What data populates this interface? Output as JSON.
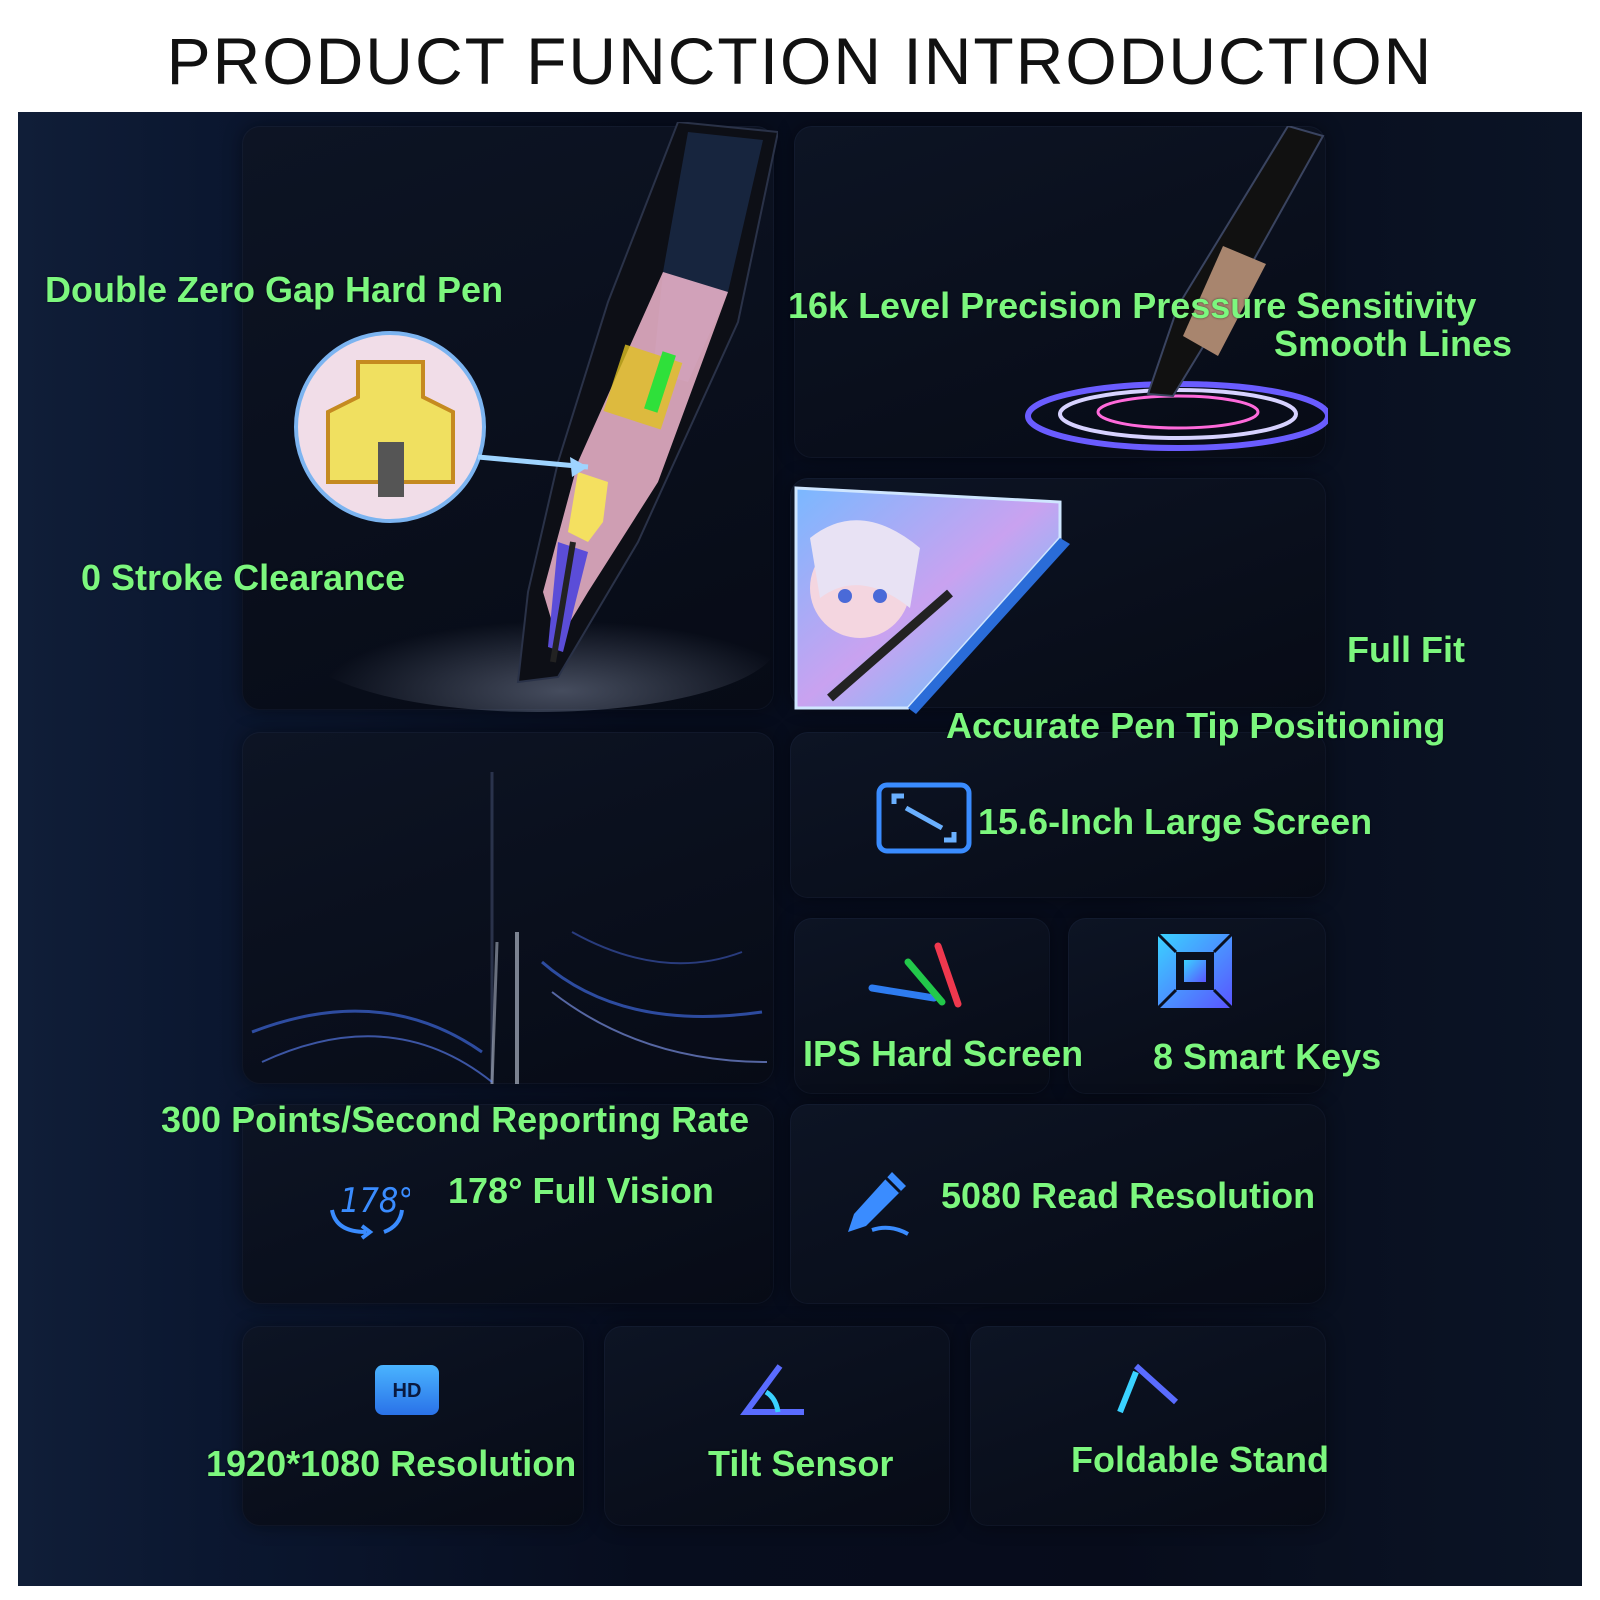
{
  "title": "PRODUCT FUNCTION INTRODUCTION",
  "features": {
    "double_zero_gap": "Double Zero Gap Hard Pen",
    "stroke_clearance": "0 Stroke Clearance",
    "pressure_line1": "16k Level Precision Pressure Sensitivity",
    "pressure_line2": "Smooth Lines",
    "full_fit": "Full Fit",
    "accurate_tip": "Accurate Pen Tip Positioning",
    "large_screen": "15.6-Inch Large Screen",
    "ips_screen": "IPS Hard Screen",
    "smart_keys": "8 Smart Keys",
    "reporting_rate": "300 Points/Second Reporting Rate",
    "full_vision": "178° Full Vision",
    "read_resolution": "5080 Read Resolution",
    "resolution": "1920*1080 Resolution",
    "tilt_sensor": "Tilt Sensor",
    "foldable_stand": "Foldable Stand"
  },
  "icon_labels": {
    "hd_badge": "HD",
    "vision_angle": "178°"
  },
  "icons": [
    "pen-cross-section-icon",
    "pen-swirl-icon",
    "anime-screen-icon",
    "expand-screen-icon",
    "color-strokes-icon",
    "smart-keys-icon",
    "vision-angle-icon",
    "pen-write-icon",
    "hd-icon",
    "tilt-angle-icon",
    "stand-icon"
  ],
  "colors": {
    "feature_text": "#7cf77e",
    "title_text": "#111111",
    "panel_bg": "#070d1e",
    "accent_blue": "#3a8cff"
  }
}
